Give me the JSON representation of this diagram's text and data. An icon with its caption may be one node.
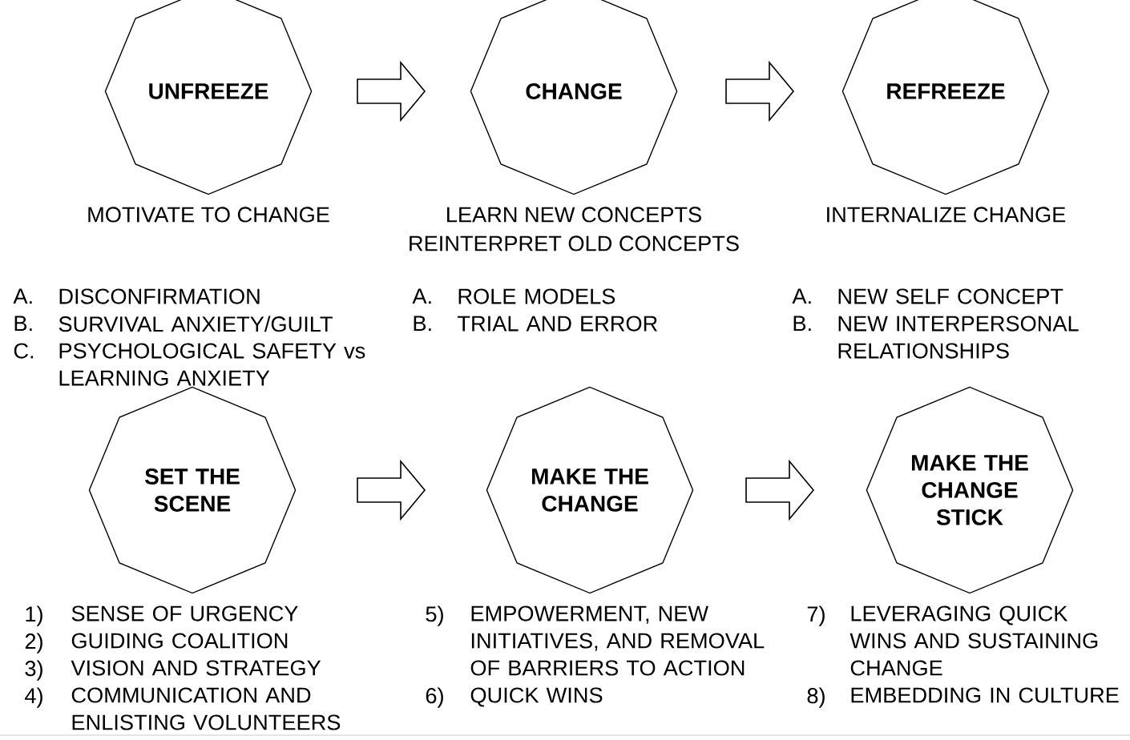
{
  "diagram": {
    "nodes": [
      {
        "text": [
          "UNFREEZE"
        ],
        "beside": [
          "MOTIVATE TO CHANGE"
        ]
      },
      {
        "text": [
          "CHANGE"
        ],
        "beside": [
          "LEARN NEW CONCEPTS",
          "REINTERPRET OLD CONCEPTS"
        ]
      },
      {
        "text": [
          "REFREEZE"
        ],
        "beside": [
          "INTERNALIZE CHANGE"
        ]
      },
      {
        "text": [
          "SET THE SCENE"
        ]
      },
      {
        "text": [
          "MAKE THE CHANGE"
        ]
      },
      {
        "text": [
          "MAKE THE CHANGE STICK"
        ]
      }
    ],
    "edges": [
      {
        "from": 0,
        "to": 1,
        "arrow": "to"
      },
      {
        "from": 1,
        "to": 2,
        "arrow": "to"
      },
      {
        "from": 3,
        "to": 4,
        "arrow": "to"
      },
      {
        "from": 4,
        "to": 5,
        "arrow": "to"
      }
    ],
    "labels": [
      "A.",
      "DISCONFIRMATION",
      "B.",
      "SURVIVAL ANXIETY/GUILT",
      "C.",
      "PSYCHOLOGICAL SAFETY vs LEARNING ANXIETY",
      "A.",
      "ROLE MODELS",
      "B.",
      "TRIAL AND ERROR",
      "A.",
      "NEW SELF CONCEPT",
      "B.",
      "NEW INTERPERSONAL RELATIONSHIPS",
      "1)",
      "SENSE OF URGENCY",
      "2)",
      "GUIDING COALITION",
      "3)",
      "VISION AND STRATEGY",
      "4)",
      "COMMUNICATION AND ENLISTING VOLUNTEERS",
      "5)",
      "EMPOWERMENT, NEW INITIATIVES, AND REMOVAL OF BARRIERS TO ACTION",
      "6)",
      "QUICK WINS",
      "7)",
      "LEVERAGING QUICK WINS AND SUSTAINING CHANGE",
      "8)",
      "EMBEDDING IN CULTURE"
    ]
  }
}
